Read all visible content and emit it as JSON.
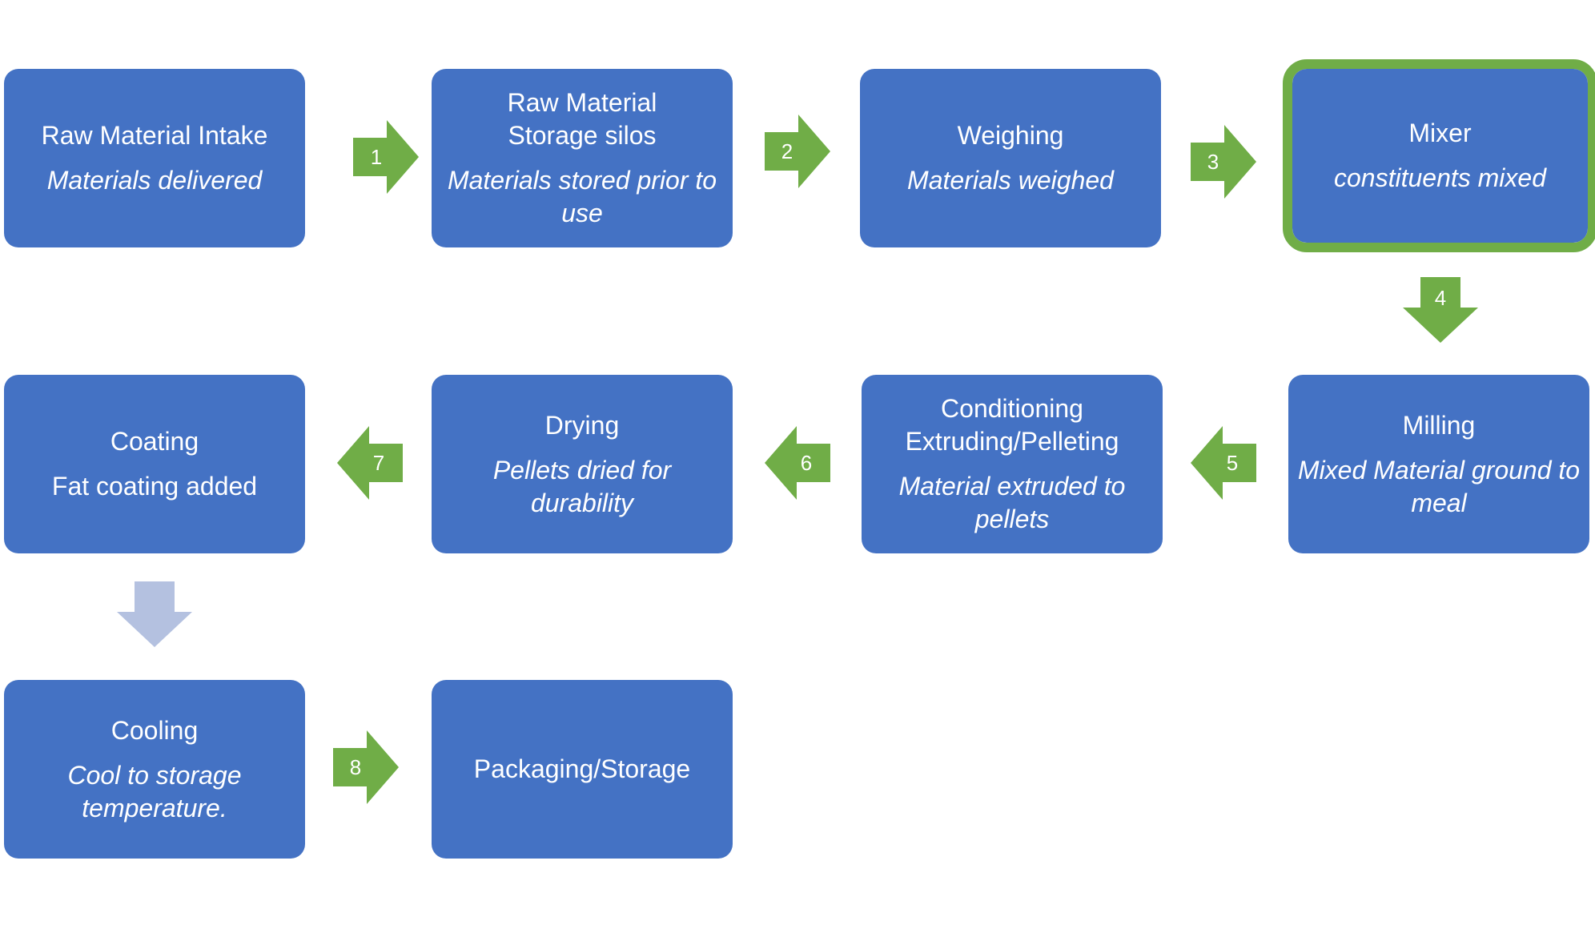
{
  "diagram": {
    "steps": [
      {
        "title": "Raw Material Intake",
        "desc": "Materials delivered"
      },
      {
        "title": "Raw Material Storage silos",
        "desc": "Materials stored prior to use"
      },
      {
        "title": "Weighing",
        "desc": "Materials weighed"
      },
      {
        "title": "Mixer",
        "desc": "constituents mixed"
      },
      {
        "title": "Milling",
        "desc": "Mixed Material ground to meal"
      },
      {
        "title": "Conditioning Extruding/Pelleting",
        "desc": "Material extruded to pellets"
      },
      {
        "title": "Drying",
        "desc": "Pellets dried for durability"
      },
      {
        "title": "Coating",
        "desc": "Fat coating added"
      },
      {
        "title": "Cooling",
        "desc": "Cool to storage temperature."
      },
      {
        "title": "Packaging/Storage",
        "desc": ""
      }
    ],
    "arrows": [
      "1",
      "2",
      "3",
      "4",
      "5",
      "6",
      "7",
      "8"
    ],
    "colors": {
      "box": "#4472c4",
      "arrow": "#70ad47",
      "arrow_unlabeled": "#b4c1e0",
      "highlight": "#70ad47",
      "text": "#ffffff"
    }
  }
}
